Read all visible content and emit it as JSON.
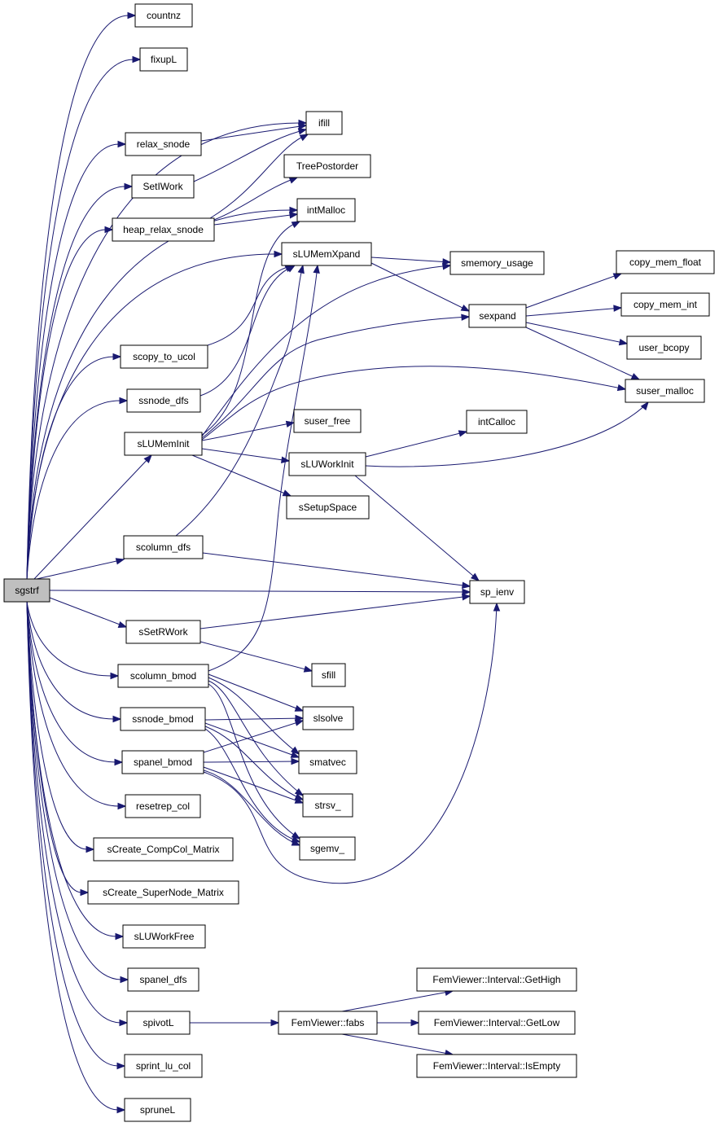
{
  "diagram": {
    "root": "sgstrf",
    "nodes": {
      "sgstrf": "sgstrf",
      "countnz": "countnz",
      "fixupL": "fixupL",
      "ifill": "ifill",
      "relax_snode": "relax_snode",
      "SetIWork": "SetIWork",
      "TreePostorder": "TreePostorder",
      "heap_relax_snode": "heap_relax_snode",
      "intMalloc": "intMalloc",
      "sLUMemXpand": "sLUMemXpand",
      "smemory_usage": "smemory_usage",
      "copy_mem_float": "copy_mem_float",
      "sexpand": "sexpand",
      "copy_mem_int": "copy_mem_int",
      "user_bcopy": "user_bcopy",
      "scopy_to_ucol": "scopy_to_ucol",
      "ssnode_dfs": "ssnode_dfs",
      "suser_malloc": "suser_malloc",
      "sLUMemInit": "sLUMemInit",
      "suser_free": "suser_free",
      "intCalloc": "intCalloc",
      "sLUWorkInit": "sLUWorkInit",
      "sSetupSpace": "sSetupSpace",
      "scolumn_dfs": "scolumn_dfs",
      "sp_ienv": "sp_ienv",
      "sSetRWork": "sSetRWork",
      "sfill": "sfill",
      "scolumn_bmod": "scolumn_bmod",
      "ssnode_bmod": "ssnode_bmod",
      "slsolve": "slsolve",
      "spanel_bmod": "spanel_bmod",
      "smatvec": "smatvec",
      "resetrep_col": "resetrep_col",
      "strsv_": "strsv_",
      "sgemv_": "sgemv_",
      "sCreate_CompCol_Matrix": "sCreate_CompCol_Matrix",
      "sCreate_SuperNode_Matrix": "sCreate_SuperNode_Matrix",
      "sLUWorkFree": "sLUWorkFree",
      "spanel_dfs": "spanel_dfs",
      "GetHigh": "FemViewer::Interval::GetHigh",
      "spivotL": "spivotL",
      "fabs": "FemViewer::fabs",
      "GetLow": "FemViewer::Interval::GetLow",
      "IsEmpty": "FemViewer::Interval::IsEmpty",
      "sprint_lu_col": "sprint_lu_col",
      "spruneL": "spruneL"
    },
    "edges": [
      [
        "sgstrf",
        "countnz"
      ],
      [
        "sgstrf",
        "fixupL"
      ],
      [
        "sgstrf",
        "ifill"
      ],
      [
        "sgstrf",
        "relax_snode"
      ],
      [
        "sgstrf",
        "SetIWork"
      ],
      [
        "sgstrf",
        "heap_relax_snode"
      ],
      [
        "sgstrf",
        "intMalloc"
      ],
      [
        "sgstrf",
        "sLUMemXpand"
      ],
      [
        "sgstrf",
        "scopy_to_ucol"
      ],
      [
        "sgstrf",
        "ssnode_dfs"
      ],
      [
        "sgstrf",
        "sLUMemInit"
      ],
      [
        "sgstrf",
        "scolumn_dfs"
      ],
      [
        "sgstrf",
        "sp_ienv"
      ],
      [
        "sgstrf",
        "sSetRWork"
      ],
      [
        "sgstrf",
        "scolumn_bmod"
      ],
      [
        "sgstrf",
        "ssnode_bmod"
      ],
      [
        "sgstrf",
        "spanel_bmod"
      ],
      [
        "sgstrf",
        "resetrep_col"
      ],
      [
        "sgstrf",
        "sCreate_CompCol_Matrix"
      ],
      [
        "sgstrf",
        "sCreate_SuperNode_Matrix"
      ],
      [
        "sgstrf",
        "sLUWorkFree"
      ],
      [
        "sgstrf",
        "spanel_dfs"
      ],
      [
        "sgstrf",
        "spivotL"
      ],
      [
        "sgstrf",
        "sprint_lu_col"
      ],
      [
        "sgstrf",
        "spruneL"
      ],
      [
        "relax_snode",
        "ifill"
      ],
      [
        "SetIWork",
        "ifill"
      ],
      [
        "heap_relax_snode",
        "ifill"
      ],
      [
        "heap_relax_snode",
        "TreePostorder"
      ],
      [
        "heap_relax_snode",
        "intMalloc"
      ],
      [
        "sLUMemXpand",
        "smemory_usage"
      ],
      [
        "sLUMemXpand",
        "sexpand"
      ],
      [
        "sexpand",
        "copy_mem_float"
      ],
      [
        "sexpand",
        "copy_mem_int"
      ],
      [
        "sexpand",
        "user_bcopy"
      ],
      [
        "sexpand",
        "suser_malloc"
      ],
      [
        "scopy_to_ucol",
        "sLUMemXpand"
      ],
      [
        "ssnode_dfs",
        "sLUMemXpand"
      ],
      [
        "sLUMemInit",
        "intMalloc"
      ],
      [
        "sLUMemInit",
        "smemory_usage"
      ],
      [
        "sLUMemInit",
        "sexpand"
      ],
      [
        "sLUMemInit",
        "suser_malloc"
      ],
      [
        "sLUMemInit",
        "suser_free"
      ],
      [
        "sLUMemInit",
        "sLUWorkInit"
      ],
      [
        "sLUMemInit",
        "sSetupSpace"
      ],
      [
        "sLUWorkInit",
        "intCalloc"
      ],
      [
        "sLUWorkInit",
        "suser_malloc"
      ],
      [
        "sLUWorkInit",
        "sp_ienv"
      ],
      [
        "scolumn_dfs",
        "sLUMemXpand"
      ],
      [
        "scolumn_dfs",
        "sp_ienv"
      ],
      [
        "sSetRWork",
        "sp_ienv"
      ],
      [
        "sSetRWork",
        "sfill"
      ],
      [
        "scolumn_bmod",
        "sLUMemXpand"
      ],
      [
        "scolumn_bmod",
        "slsolve"
      ],
      [
        "scolumn_bmod",
        "smatvec"
      ],
      [
        "scolumn_bmod",
        "strsv_"
      ],
      [
        "scolumn_bmod",
        "sgemv_"
      ],
      [
        "ssnode_bmod",
        "slsolve"
      ],
      [
        "ssnode_bmod",
        "smatvec"
      ],
      [
        "ssnode_bmod",
        "strsv_"
      ],
      [
        "ssnode_bmod",
        "sgemv_"
      ],
      [
        "spanel_bmod",
        "slsolve"
      ],
      [
        "spanel_bmod",
        "smatvec"
      ],
      [
        "spanel_bmod",
        "strsv_"
      ],
      [
        "spanel_bmod",
        "sgemv_"
      ],
      [
        "spanel_bmod",
        "sp_ienv"
      ],
      [
        "spivotL",
        "fabs"
      ],
      [
        "fabs",
        "GetHigh"
      ],
      [
        "fabs",
        "GetLow"
      ],
      [
        "fabs",
        "IsEmpty"
      ]
    ],
    "colors": {
      "edge": "#191970",
      "node_border": "#000000",
      "root_fill": "#bfbfbf",
      "node_fill": "#ffffff"
    }
  }
}
